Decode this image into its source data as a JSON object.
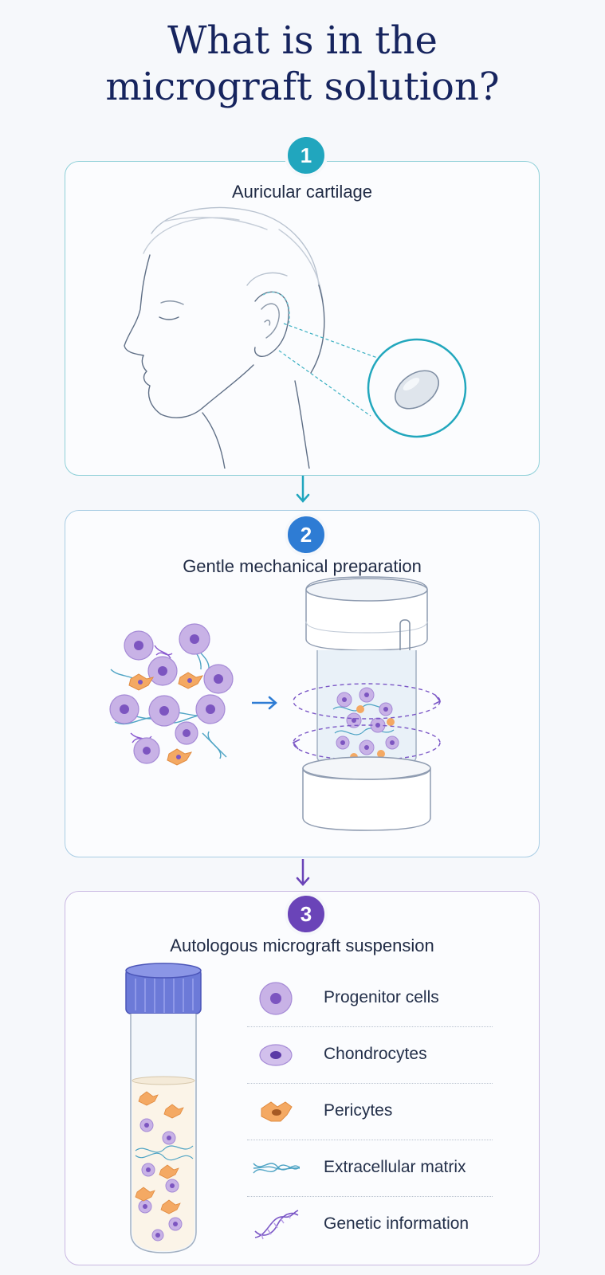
{
  "title": {
    "line1": "What is in the",
    "line2": "micrograft solution?"
  },
  "steps": [
    {
      "number": "1",
      "label": "Auricular cartilage"
    },
    {
      "number": "2",
      "label": "Gentle mechanical preparation"
    },
    {
      "number": "3",
      "label": "Autologous micrograft suspension"
    }
  ],
  "legend": [
    {
      "label": "Progenitor cells",
      "icon": "progenitor-cell-icon"
    },
    {
      "label": "Chondrocytes",
      "icon": "chondrocyte-icon"
    },
    {
      "label": "Pericytes",
      "icon": "pericyte-icon"
    },
    {
      "label": "Extracellular matrix",
      "icon": "extracellular-matrix-icon"
    },
    {
      "label": "Genetic information",
      "icon": "dna-icon"
    }
  ],
  "colors": {
    "title": "#16245e",
    "step1": "#21a6be",
    "step2": "#2e7cd4",
    "step3": "#6a44b8",
    "progenitor": "#b69ade",
    "chondrocyte": "#9f86d4",
    "pericyte": "#f3a35e",
    "matrix": "#5aa7c6"
  }
}
